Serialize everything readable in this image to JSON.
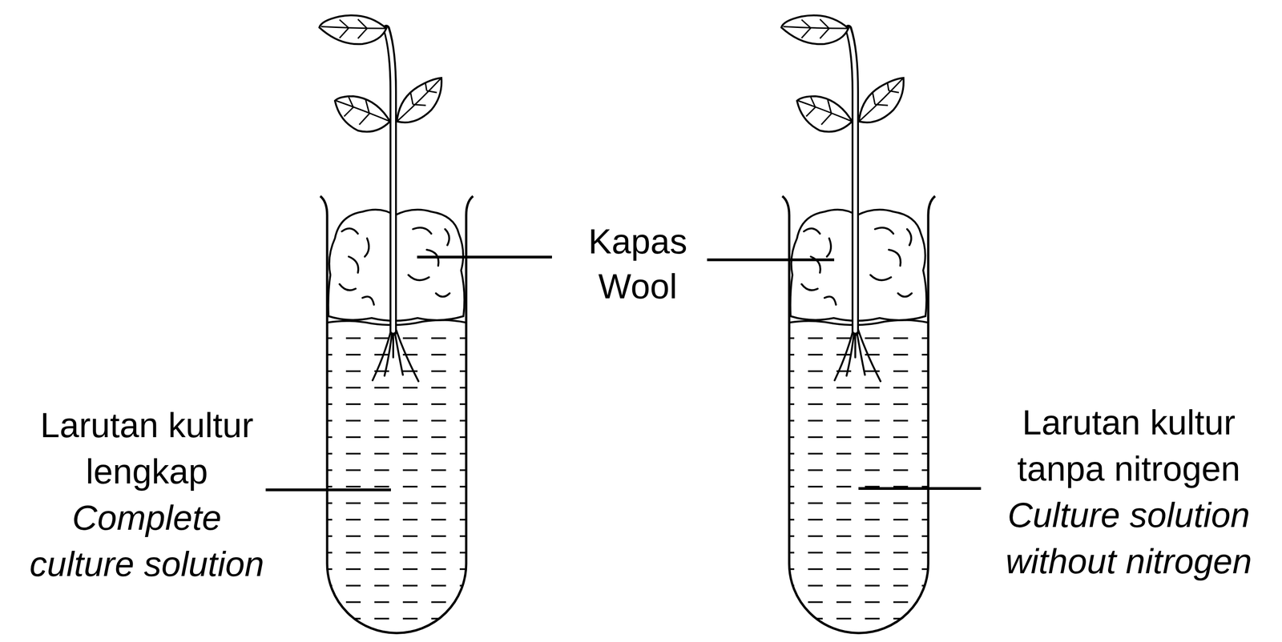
{
  "diagram": {
    "labels": [
      "Kapas",
      "Wool",
      "Larutan kultur lengkap",
      "Complete culture solution",
      "Larutan kultur tanpa nitrogen",
      "Culture solution without nitrogen"
    ]
  }
}
